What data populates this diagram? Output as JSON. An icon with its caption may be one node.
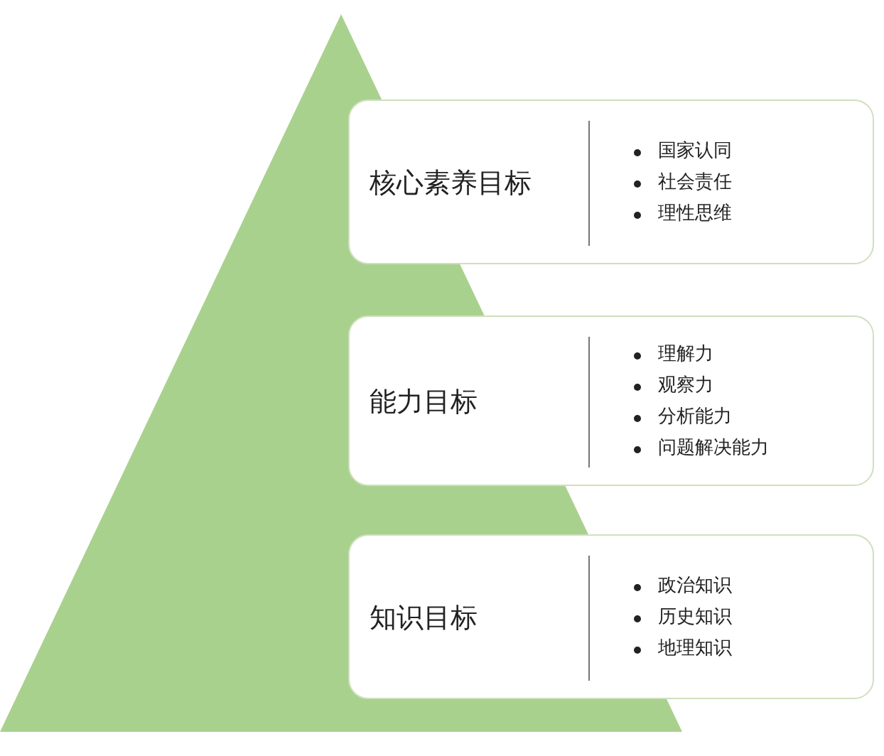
{
  "diagram": {
    "nodes": [
      {
        "text": [],
        "shape": "triangle"
      },
      {
        "text": [
          "核心素养目标",
          "国家认同",
          "社会责任",
          "理性思维"
        ]
      },
      {
        "text": [
          "能力目标",
          "理解力",
          "观察力",
          "分析能力",
          "问题解决能力"
        ]
      },
      {
        "text": [
          "知识目标",
          "政治知识",
          "历史知识",
          "地理知识"
        ]
      }
    ]
  }
}
